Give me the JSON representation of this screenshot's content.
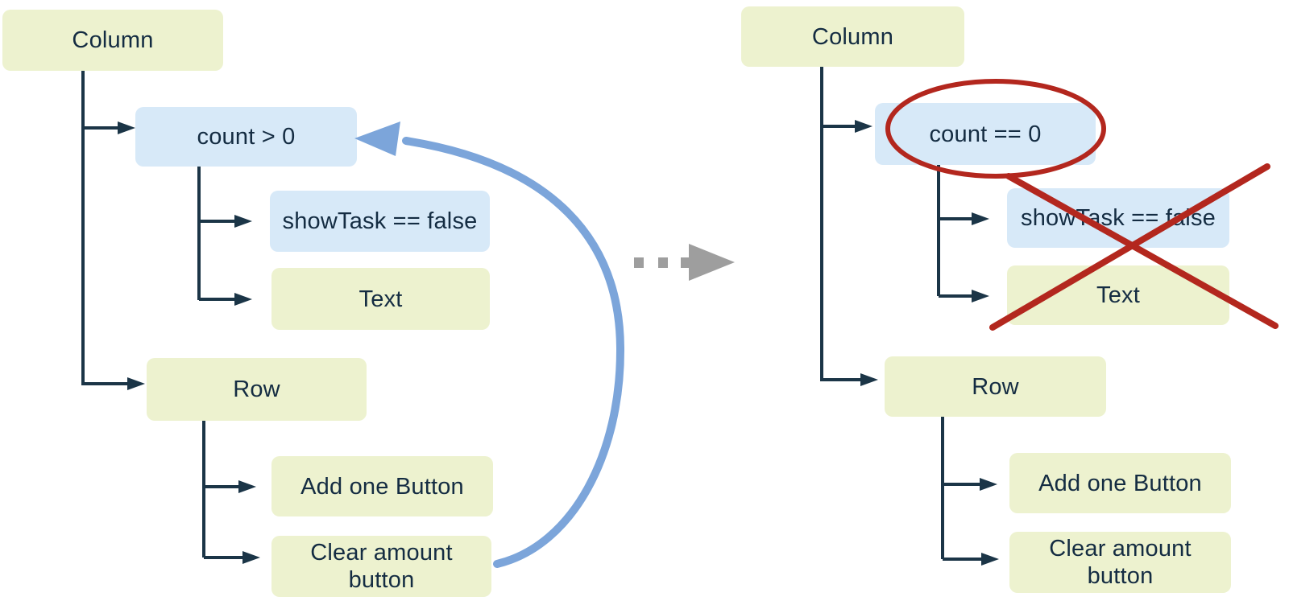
{
  "diagram": {
    "description": "Widget tree before and after state change",
    "left_tree": {
      "column": "Column",
      "condition": "count > 0",
      "show_task": "showTask == false",
      "text_widget": "Text",
      "row": "Row",
      "add_one": "Add one Button",
      "clear_amount": "Clear amount\nbutton"
    },
    "right_tree": {
      "column": "Column",
      "condition": "count == 0",
      "show_task": "showTask == false",
      "text_widget": "Text",
      "row": "Row",
      "add_one": "Add one Button",
      "clear_amount": "Clear amount\nbutton"
    },
    "annotations": {
      "loop_arrow": "curved arrow from Clear amount button back to count > 0 condition",
      "transition_arrow": "dotted grey arrow from left tree to right tree",
      "highlight_ellipse": "red ellipse around count == 0 condition",
      "cross_out": "red X over showTask == false and Text widgets"
    },
    "colors": {
      "widget_box_green": "#edf2cf",
      "condition_box_blue": "#d7e9f8",
      "tree_line_navy": "#1b3547",
      "text_navy": "#142c42",
      "highlight_red": "#b3271e",
      "loop_arrow_blue": "#7ca5da",
      "transition_grey": "#9e9e9e"
    }
  }
}
